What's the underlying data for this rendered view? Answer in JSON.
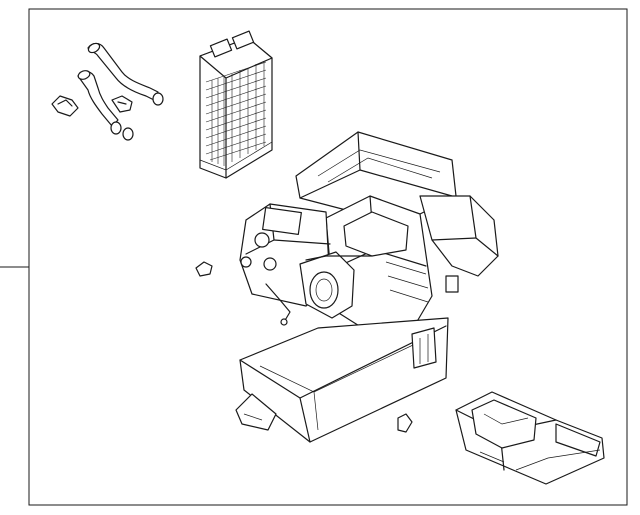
{
  "diagram": {
    "background": "#ffffff",
    "line_color": "#1a1a1a",
    "parts": [
      {
        "name": "heater-hose-set",
        "icon": "hose-icon"
      },
      {
        "name": "heater-core",
        "icon": "radiator-icon"
      },
      {
        "name": "heater-case-assembly",
        "icon": "housing-icon"
      },
      {
        "name": "lower-case",
        "icon": "tray-icon"
      },
      {
        "name": "blower-case-small",
        "icon": "box-icon"
      },
      {
        "name": "clip",
        "icon": "clip-icon"
      }
    ]
  }
}
